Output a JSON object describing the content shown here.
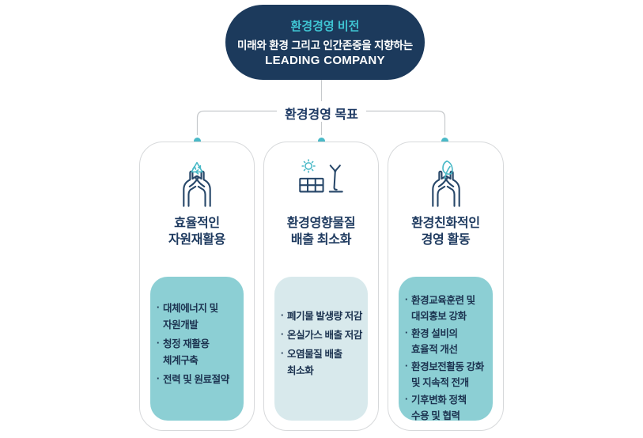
{
  "vision": {
    "title": "환경경영 비전",
    "subtitle": "미래와 환경 그리고 인간존중을 지향하는",
    "company": "LEADING COMPANY"
  },
  "goal": {
    "label": "환경경영 목표"
  },
  "colors": {
    "navy_box": "#1c3a5c",
    "cyan_accent": "#3fc4d2",
    "text_navy": "#1e3a64",
    "connector_gray": "#c6c9cc",
    "dot_teal": "#49b9c7",
    "inner_teal": "#8ccfd4",
    "inner_light_blue": "#d8e9ec",
    "bullet_text": "#1c3350"
  },
  "cards": [
    {
      "icon": "recycle-hands-icon",
      "title": "효율적인\n자원재활용",
      "variant": "teal",
      "bullets": [
        "대체에너지 및\n자원개발",
        "청정 재활용\n체계구축",
        "전력 및 원료절약"
      ]
    },
    {
      "icon": "solar-wind-icon",
      "title": "환경영향물질\n배출 최소화",
      "variant": "light",
      "bullets": [
        "폐기물 발생량 저감",
        "온실가스 배출 저감",
        "오염물질 배출\n최소화"
      ]
    },
    {
      "icon": "leaf-hands-icon",
      "title": "환경친화적인\n경영 활동",
      "variant": "teal",
      "bullets": [
        "환경교육훈련 및\n대외홍보 강화",
        "환경 설비의\n효율적 개선",
        "환경보전활동 강화\n및 지속적 전개",
        "기후변화 정책\n수용 및 협력"
      ]
    }
  ]
}
